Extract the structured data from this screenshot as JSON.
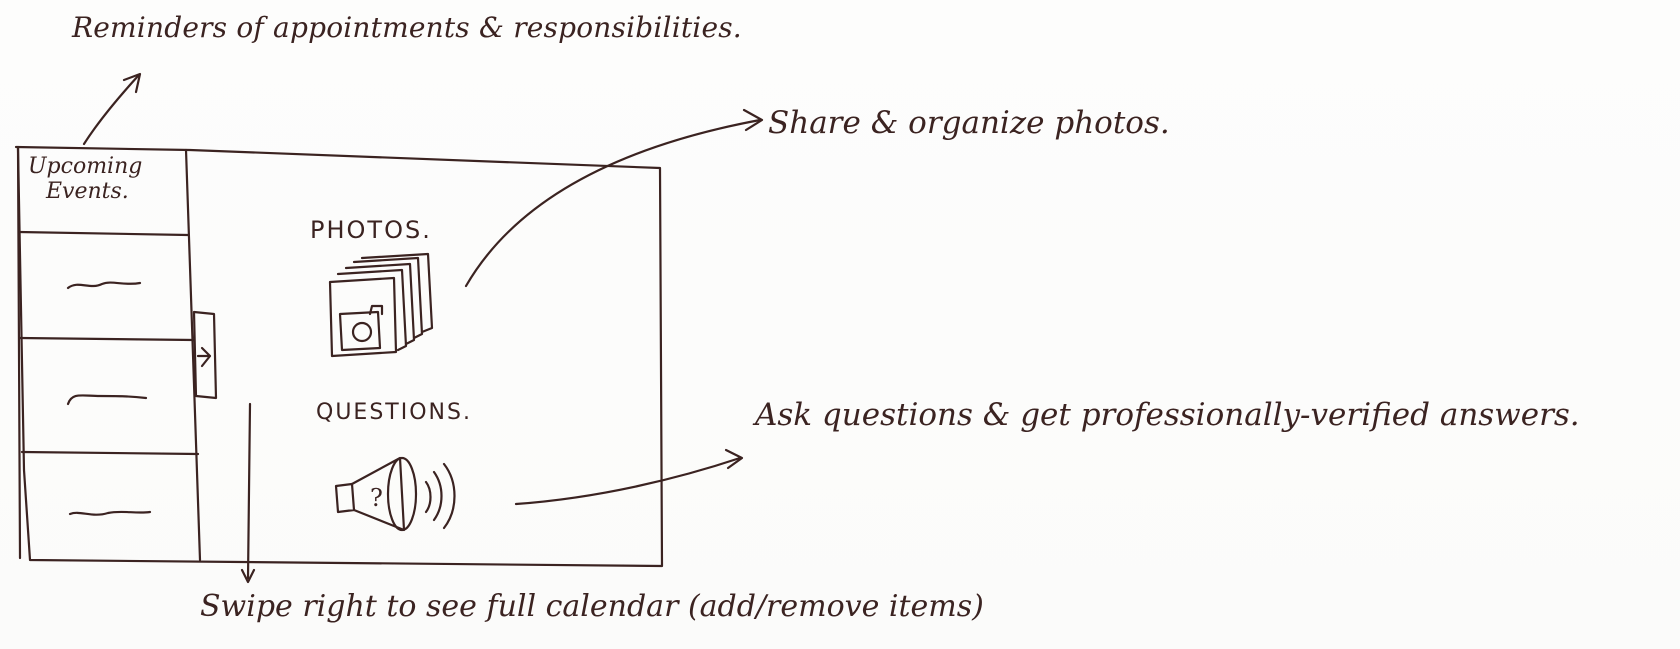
{
  "annotations": {
    "reminders": "Reminders of appointments & responsibilities.",
    "photos_note": "Share & organize photos.",
    "questions_note": "Ask questions & get professionally-verified answers.",
    "swipe_note": "Swipe right to see full calendar (add/remove items)"
  },
  "sidebar": {
    "title_line1": "Upcoming",
    "title_line2": "Events."
  },
  "main": {
    "photos_label": "PHOTOS.",
    "questions_label": "QUESTIONS."
  },
  "ink_color": "#3b2321"
}
